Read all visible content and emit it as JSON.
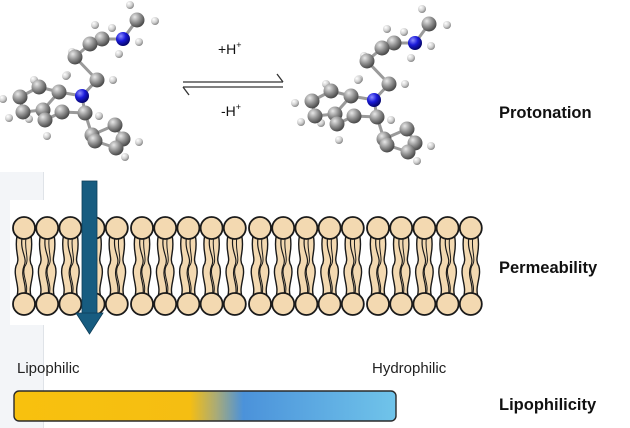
{
  "reaction": {
    "forward_label": "+H",
    "forward_sup": "+",
    "reverse_label": "-H",
    "reverse_sup": "+",
    "left_molecule": "neutral tertiary amine (ball-and-stick)",
    "right_molecule": "protonated ammonium (ball-and-stick)"
  },
  "row_labels": {
    "protonation": "Protonation",
    "permeability": "Permeability",
    "lipophilicity": "Lipophilicity"
  },
  "scale": {
    "left_label": "Lipophilic",
    "right_label": "Hydrophilic",
    "gradient_colors": [
      "#f7c00f",
      "#f4bd12",
      "#4a90d9",
      "#6cc0e8"
    ]
  },
  "colors": {
    "nitrogen": "#1a1ad9",
    "carbon": "#8c8c8c",
    "hydrogen": "#d7d7d7",
    "lipid_head": "#f3d9b1",
    "lipid_outline": "#1a1a1a",
    "arrow": "#175c80"
  },
  "membrane": {
    "lipid_count": 20,
    "layers": 2
  },
  "arrow": {
    "direction": "down",
    "meaning": "passive diffusion across membrane"
  }
}
